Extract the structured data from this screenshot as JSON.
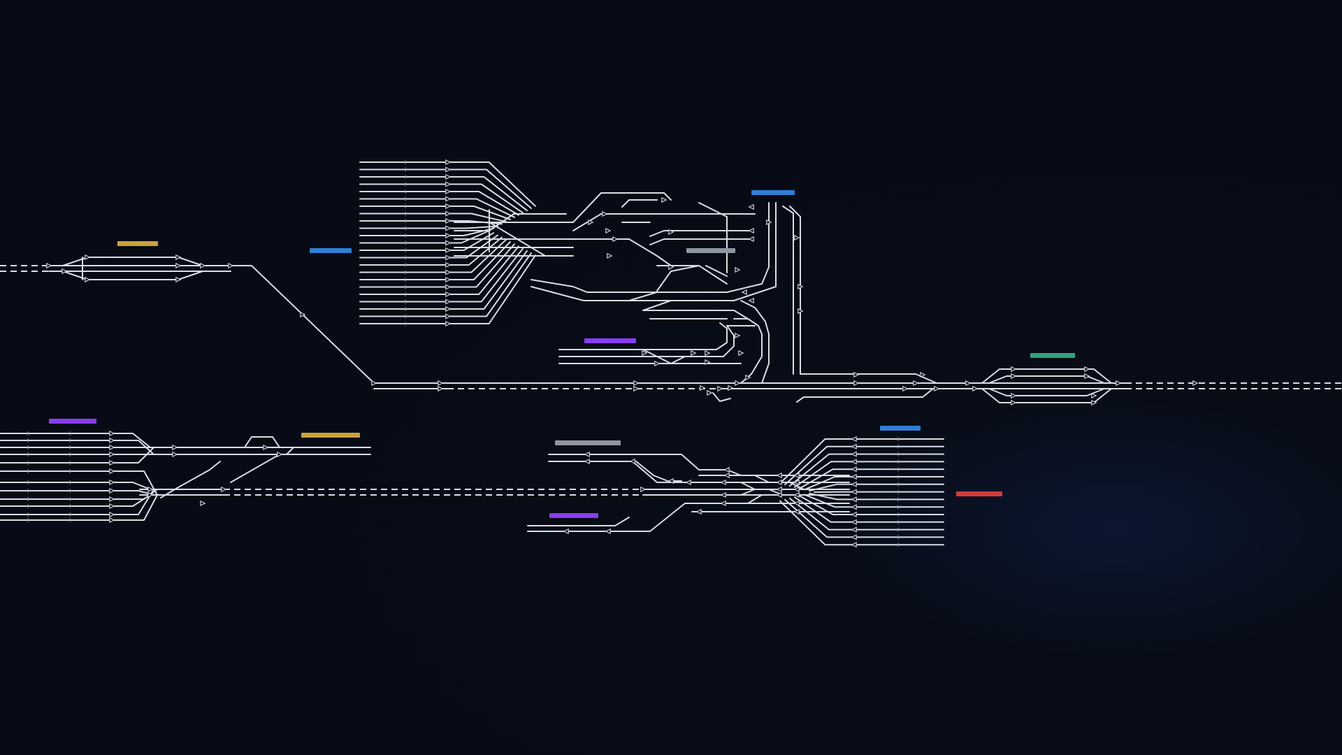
{
  "app": {
    "view": "signalling-map"
  },
  "colors": {
    "background": "#080c17",
    "track": "#d8dde6",
    "label_blue": "#2f7fd6",
    "label_gold": "#c9a23c",
    "label_purple": "#8a3cf0",
    "label_grey": "#8f96a3",
    "label_teal": "#2fa57a",
    "label_red": "#d43a3a"
  },
  "labels": [
    {
      "id": "gold-west",
      "text": "",
      "color": "gold"
    },
    {
      "id": "blue-main",
      "text": "",
      "color": "blue"
    },
    {
      "id": "blue-north",
      "text": "",
      "color": "blue"
    },
    {
      "id": "grey-mid",
      "text": "",
      "color": "grey"
    },
    {
      "id": "purple-center",
      "text": "",
      "color": "purple"
    },
    {
      "id": "teal-east",
      "text": "",
      "color": "teal"
    },
    {
      "id": "purple-west",
      "text": "",
      "color": "purple"
    },
    {
      "id": "gold-southwest",
      "text": "",
      "color": "gold"
    },
    {
      "id": "grey-south",
      "text": "",
      "color": "grey"
    },
    {
      "id": "blue-south",
      "text": "",
      "color": "blue"
    },
    {
      "id": "red-east",
      "text": "",
      "color": "red"
    },
    {
      "id": "purple-south",
      "text": "",
      "color": "purple"
    }
  ]
}
